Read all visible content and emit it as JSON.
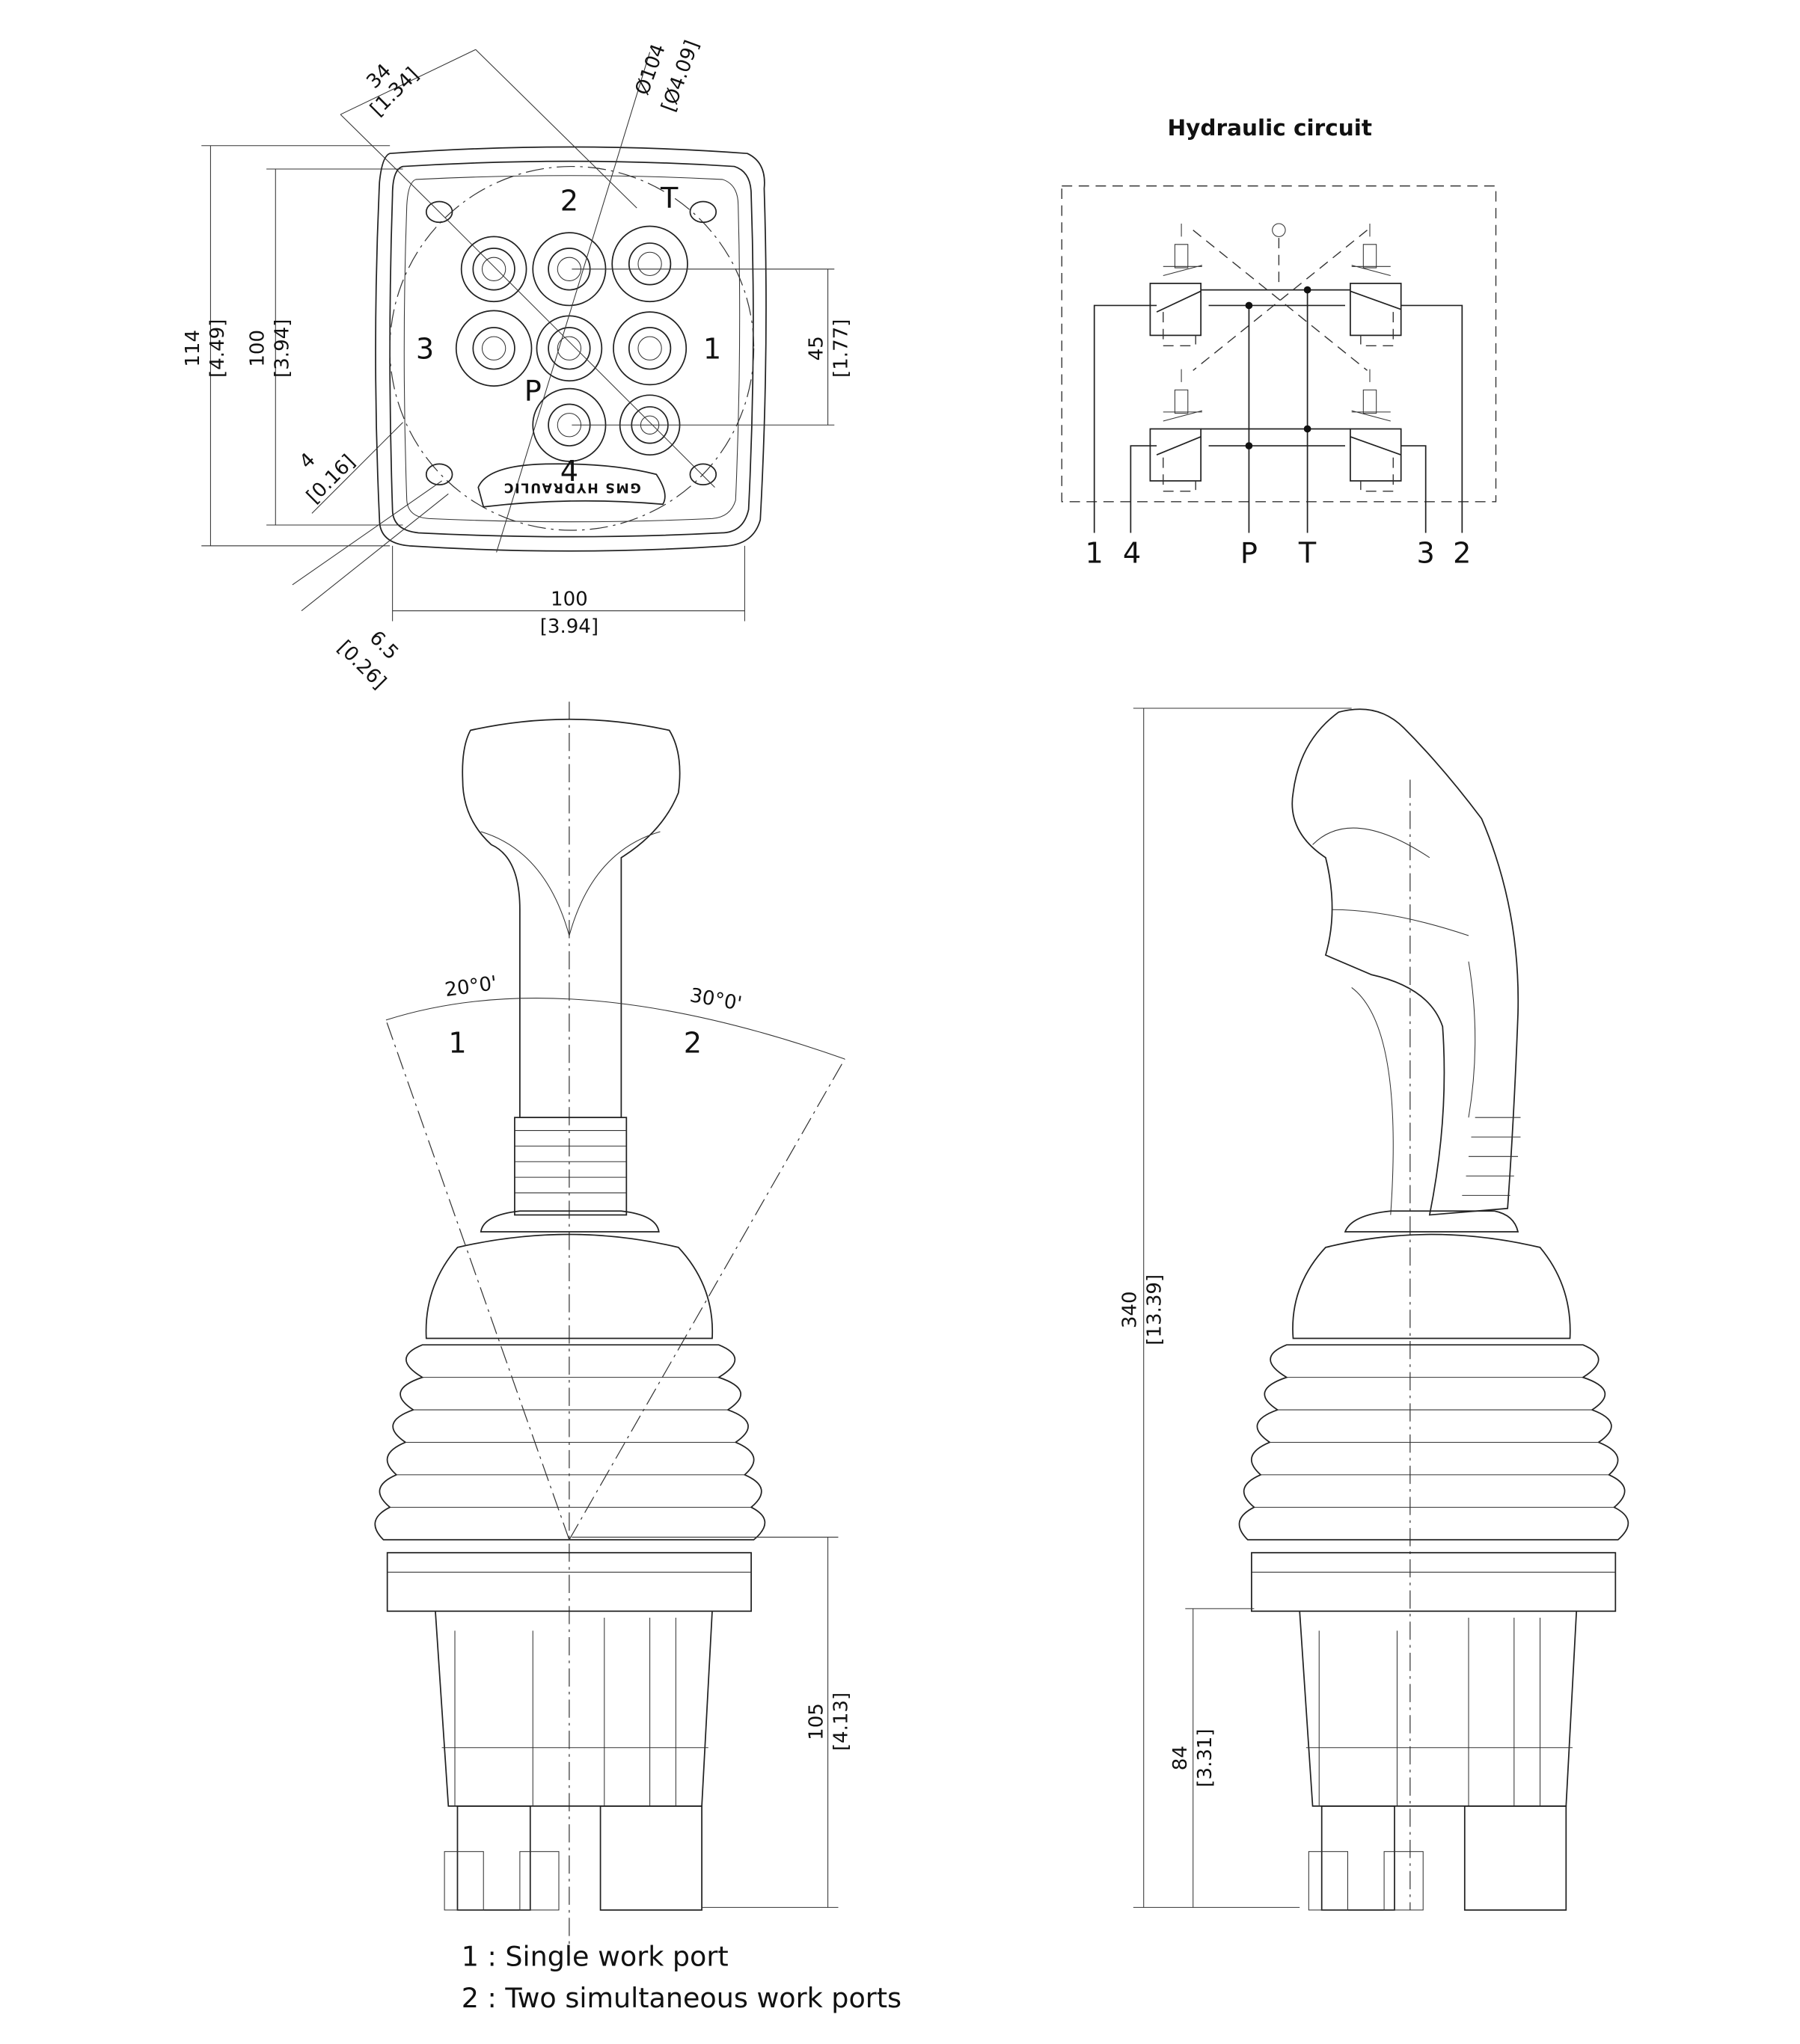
{
  "top_view": {
    "port_labels": {
      "p2": "2",
      "t": "T",
      "p3": "3",
      "p1": "1",
      "p": "P",
      "p4": "4"
    },
    "brand": "GMS HYDRAULIC",
    "dims": {
      "d34": "34",
      "d34_in": "[1.34]",
      "dia104": "Ø104",
      "dia104_in": "[Ø4.09]",
      "h114": "114",
      "h114_in": "[4.49]",
      "h100": "100",
      "h100_in": "[3.94]",
      "d45": "45",
      "d45_in": "[1.77]",
      "d4": "4",
      "d4_in": "[0.16]",
      "w100": "100",
      "w100_in": "[3.94]",
      "d6_5": "6.5",
      "d6_5_in": "[0.26]"
    }
  },
  "circuit": {
    "title": "Hydraulic circuit",
    "ports": [
      "1",
      "4",
      "P",
      "T",
      "3",
      "2"
    ]
  },
  "front_view": {
    "angle_left": "20°0'",
    "angle_right": "30°0'",
    "zone_left": "1",
    "zone_right": "2",
    "dim": "105",
    "dim_in": "[4.13]"
  },
  "side_view": {
    "dim_total": "340",
    "dim_total_in": "[13.39]",
    "dim_lower": "84",
    "dim_lower_in": "[3.31]"
  },
  "notes": [
    "1 : Single work port",
    "2 : Two simultaneous work ports"
  ]
}
